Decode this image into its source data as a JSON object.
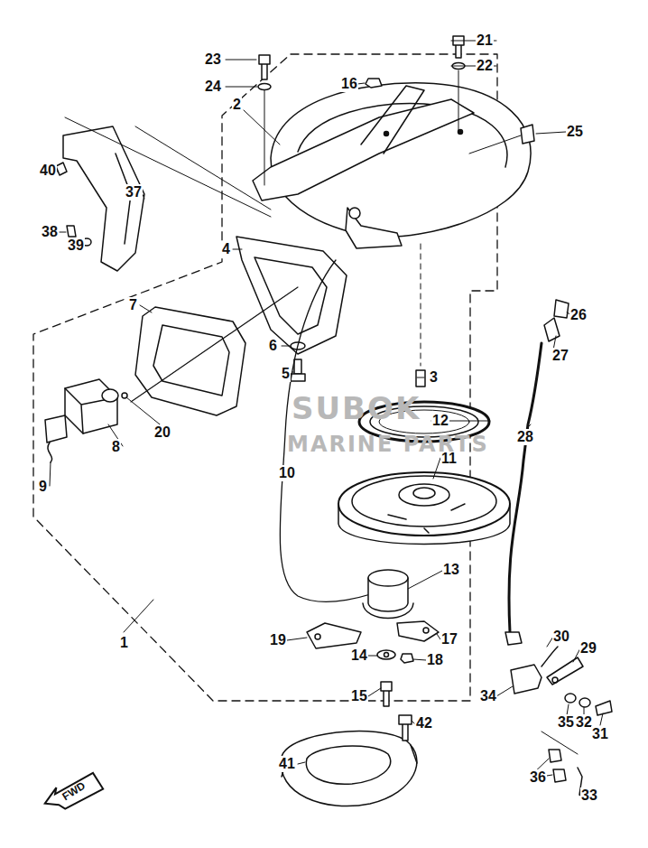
{
  "diagram": {
    "nodes": [
      {
        "text": [
          "FWD"
        ]
      }
    ],
    "labels": [
      "23",
      "24",
      "21",
      "22",
      "16",
      "2",
      "25",
      "40",
      "37",
      "38",
      "39",
      "4",
      "7",
      "26",
      "27",
      "6",
      "5",
      "3",
      "12",
      "20",
      "8",
      "28",
      "11",
      "9",
      "10",
      "13",
      "1",
      "19",
      "17",
      "14",
      "18",
      "15",
      "30",
      "29",
      "34",
      "35",
      "32",
      "31",
      "42",
      "41",
      "36",
      "33",
      "SUBOK",
      "MARINE PARTS"
    ]
  }
}
